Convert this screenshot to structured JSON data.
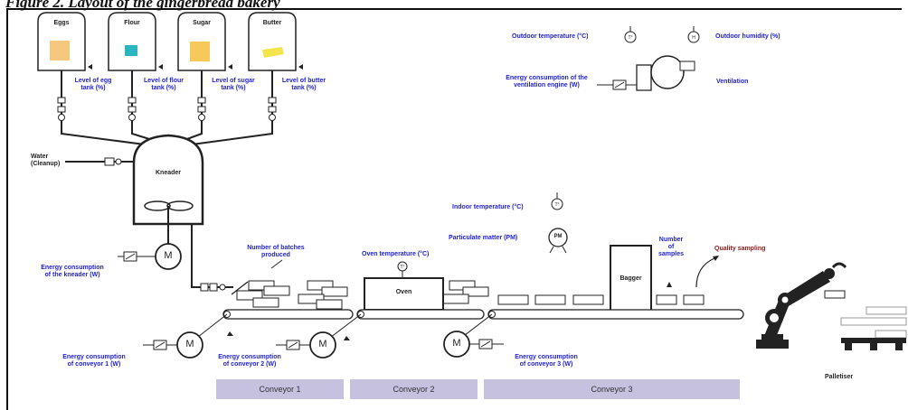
{
  "caption": "Figure 2. Layout of the gingerbread bakery",
  "tanks": [
    {
      "name": "Eggs",
      "level_label": "Level of egg\ntank (%)"
    },
    {
      "name": "Flour",
      "level_label": "Level of flour\ntank (%)"
    },
    {
      "name": "Sugar",
      "level_label": "Level of sugar\ntank (%)"
    },
    {
      "name": "Butter",
      "level_label": "Level of butter\ntank (%)"
    }
  ],
  "water_label": "Water\n(Cleanup)",
  "kneader_label": "Kneader",
  "kneader_energy": "Energy consumption\nof the kneader (W)",
  "batches_label": "Number of batches\nproduced",
  "oven_label": "Oven",
  "oven_temp": "Oven temperature (°C)",
  "indoor_temp": "Indoor temperature (°C)",
  "particulate": "Particulate matter (PM)",
  "pm_symbol": "PM",
  "bagger_label": "Bagger",
  "samples_label": "Number\nof\nsamples",
  "quality_label": "Quality sampling",
  "outdoor_temp": "Outdoor temperature (°C)",
  "outdoor_humidity": "Outdoor humidity (%)",
  "ventilation_energy": "Energy consumption of the\nventilation engine (W)",
  "ventilation_label": "Ventilation",
  "motor_symbol": "M",
  "conveyor_energy": [
    "Energy consumption\nof conveyor 1 (W)",
    "Energy consumption\nof conveyor 2 (W)",
    "Energy consumption\nof conveyor 3 (W)"
  ],
  "conveyors": [
    "Conveyor 1",
    "Conveyor 2",
    "Conveyor 3"
  ],
  "palletiser_label": "Palletiser",
  "colors": {
    "label_blue": "#1f1fd6",
    "conveyor_band": "#c7c1e0",
    "tank_fill": "#f4c58a"
  }
}
